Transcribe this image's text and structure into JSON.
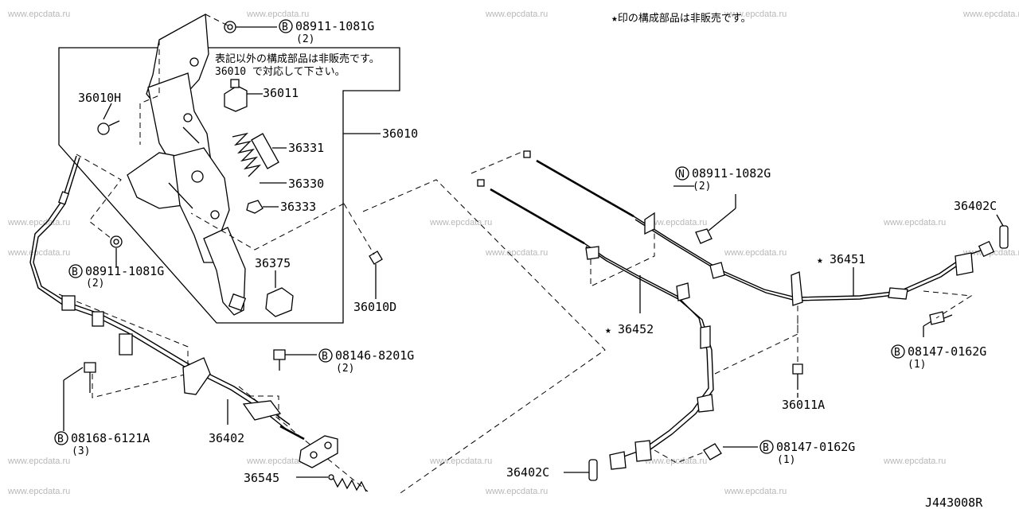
{
  "watermark": "www.epcdata.ru",
  "notes": {
    "not_sold_star": "★印の構成部品は非販売です。",
    "box_note_line1": "表記以外の構成部品は非販売です。",
    "box_note_line2": "36010 で対応して下さい。"
  },
  "drawing_number": "J443008R",
  "callouts": {
    "c_b08911_top": {
      "prefix": "B",
      "part": "08911-1081G",
      "qty": "(2)"
    },
    "c_36010h": {
      "part": "36010H"
    },
    "c_36011": {
      "part": "36011"
    },
    "c_36010": {
      "part": "36010"
    },
    "c_36331": {
      "part": "36331"
    },
    "c_36330": {
      "part": "36330"
    },
    "c_36333": {
      "part": "36333"
    },
    "c_36375": {
      "part": "36375"
    },
    "c_b08911_mid": {
      "prefix": "B",
      "part": "08911-1081G",
      "qty": "(2)"
    },
    "c_36010d": {
      "part": "36010D"
    },
    "c_b08146": {
      "prefix": "B",
      "part": "08146-8201G",
      "qty": "(2)"
    },
    "c_b08168": {
      "prefix": "B",
      "part": "08168-6121A",
      "qty": "(3)"
    },
    "c_36402": {
      "part": "36402"
    },
    "c_36545": {
      "part": "36545"
    },
    "c_n08911": {
      "prefix": "N",
      "part": "08911-1082G",
      "qty": "(2)"
    },
    "c_36402c_right": {
      "part": "36402C"
    },
    "c_36451": {
      "star": "★",
      "part": "36451"
    },
    "c_36452": {
      "star": "★",
      "part": "36452"
    },
    "c_b08147_right": {
      "prefix": "B",
      "part": "08147-0162G",
      "qty": "(1)"
    },
    "c_36011a": {
      "part": "36011A"
    },
    "c_b08147_bottom": {
      "prefix": "B",
      "part": "08147-0162G",
      "qty": "(1)"
    },
    "c_36402c_bottom": {
      "part": "36402C"
    }
  }
}
